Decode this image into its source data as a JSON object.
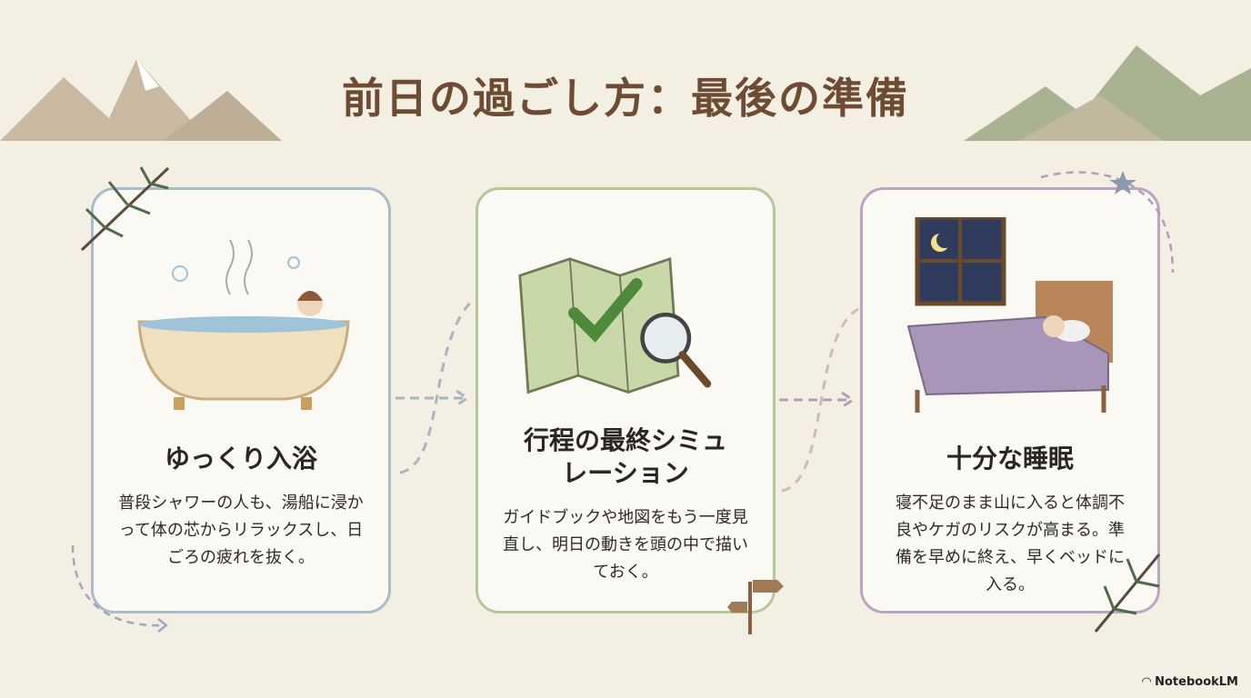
{
  "title": "前日の過ごし方：最後の準備",
  "cards": [
    {
      "heading": "ゆっくり入浴",
      "body": "普段シャワーの人も、湯船に浸かって体の芯からリラックスし、日ごろの疲れを抜く。",
      "illustration": "bathtub-icon"
    },
    {
      "heading": "行程の最終シミュレーション",
      "body": "ガイドブックや地図をもう一度見直し、明日の動きを頭の中で描いておく。",
      "illustration": "map-check-icon"
    },
    {
      "heading": "十分な睡眠",
      "body": "寝不足のまま山に入ると体調不良やケガのリスクが高まる。準備を早めに終え、早くベッドに入る。",
      "illustration": "bed-icon"
    }
  ],
  "branding": "NotebookLM",
  "colors": {
    "title": "#6e4c34",
    "card1": "#a9bccb",
    "card2": "#b7c79c",
    "card3": "#bba6c2",
    "background": "#f4efe3"
  }
}
